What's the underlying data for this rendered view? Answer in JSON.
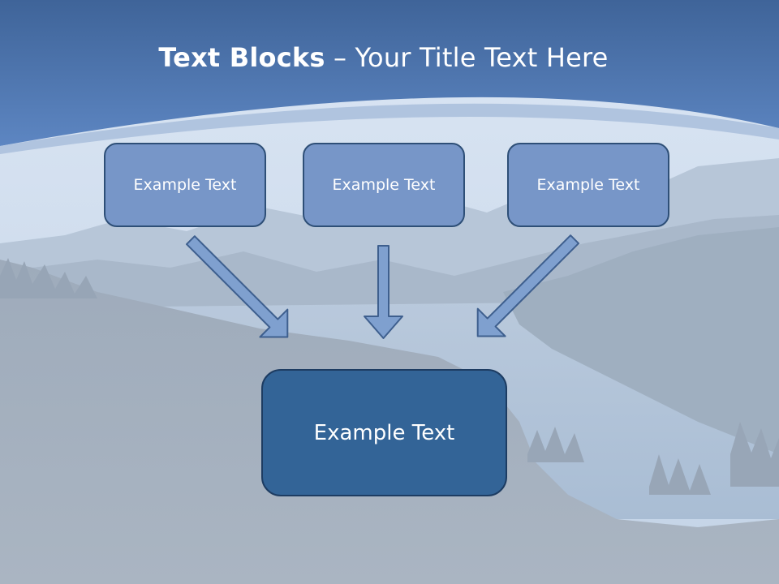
{
  "slide": {
    "title_bold": "Text Blocks",
    "title_rest": " – Your Title Text Here"
  },
  "boxes": {
    "left": "Example Text",
    "center": "Example Text",
    "right": "Example Text",
    "bottom": "Example Text"
  },
  "colors": {
    "header_blue": "#4f79b6",
    "box_fill": "#7796c8",
    "box_border": "#2e4f77",
    "main_box_fill": "#336497",
    "arrow_fill": "#7fa0cf",
    "arrow_stroke": "#3e5f8e"
  }
}
